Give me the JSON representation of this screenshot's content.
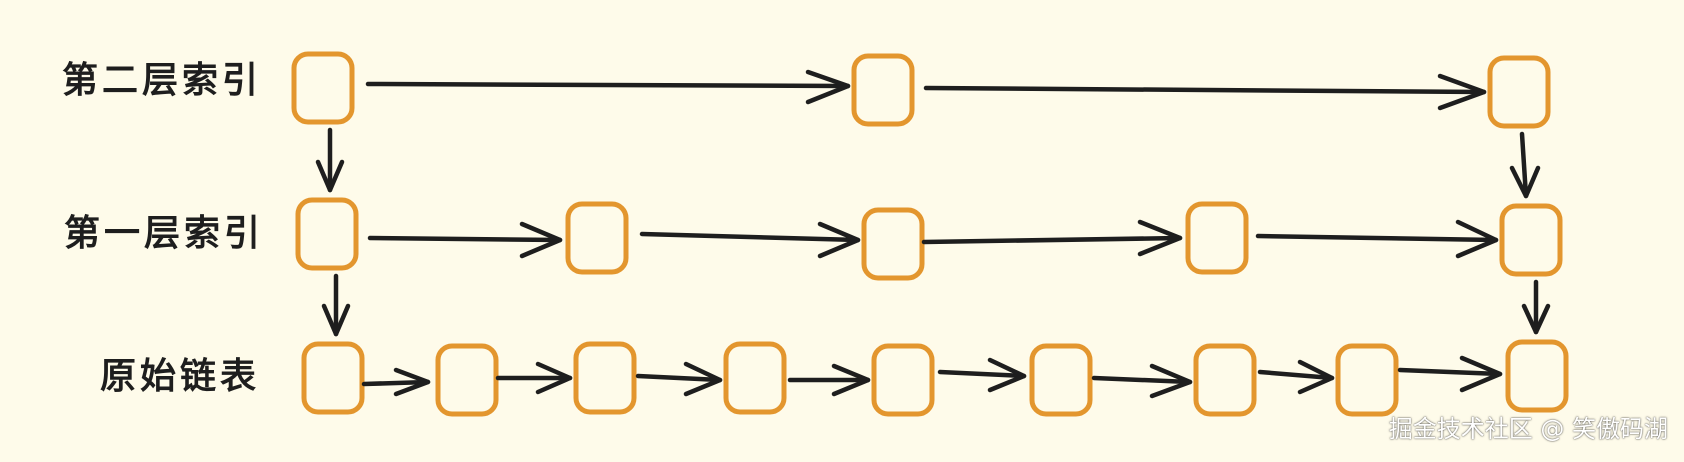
{
  "labels": {
    "level2": "第二层索引",
    "level1": "第一层索引",
    "base": "原始链表"
  },
  "watermark": "掘金技术社区 @ 笑傲码湖",
  "colors": {
    "background": "#fefbea",
    "node_border": "#e3962e",
    "arrow": "#1e1e1e",
    "text": "#1e1e1e"
  }
}
